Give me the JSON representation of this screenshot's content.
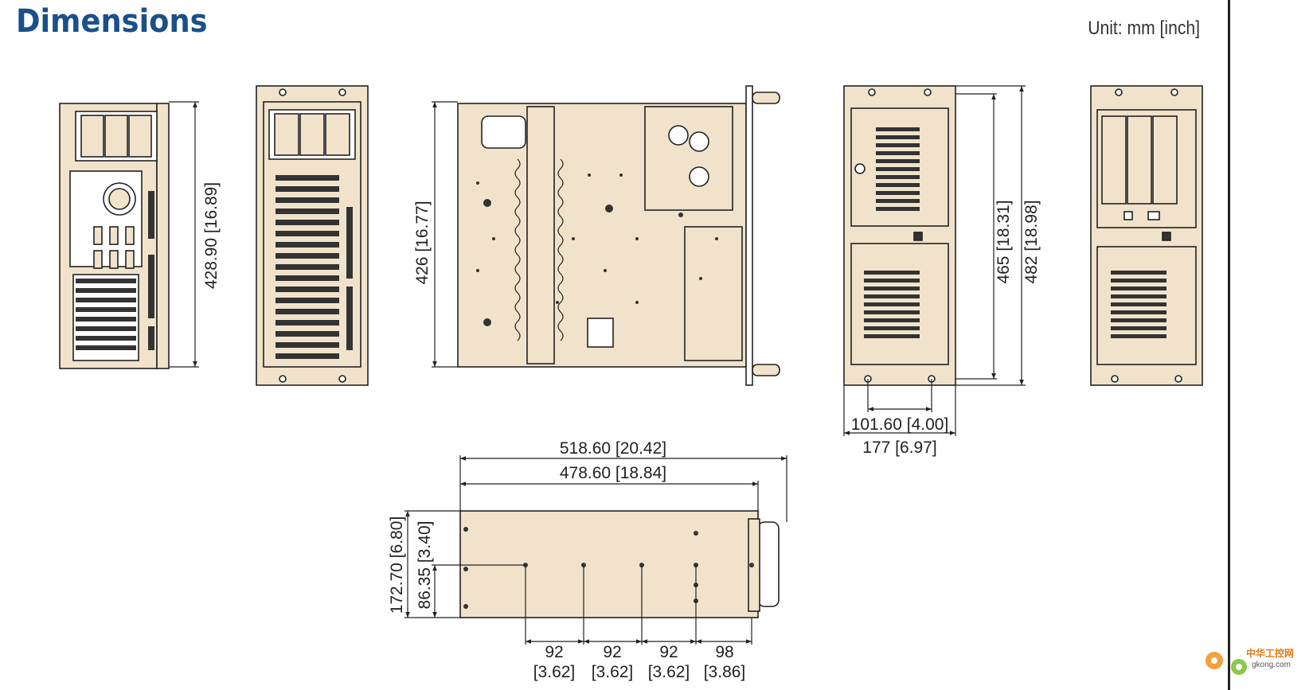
{
  "header": {
    "title": "Dimensions",
    "unit_label": "Unit: mm [inch]"
  },
  "dimensions": {
    "rear_height": "428.90 [16.89]",
    "top_depth": "426 [16.77]",
    "front_height_465": "465 [18.31]",
    "front_height_482": "482 [18.98]",
    "front_handle_spacing": "101.60 [4.00]",
    "front_width": "177 [6.97]",
    "side_length_overall": "518.60 [20.42]",
    "side_length_body": "478.60 [18.84]",
    "side_height": "172.70 [6.80]",
    "side_half_height": "86.35 [3.40]",
    "hole_spacing": [
      {
        "mm": "92",
        "inch": "[3.62]"
      },
      {
        "mm": "92",
        "inch": "[3.62]"
      },
      {
        "mm": "92",
        "inch": "[3.62]"
      },
      {
        "mm": "98",
        "inch": "[3.86]"
      }
    ]
  },
  "watermark": {
    "brand": "中华工控网",
    "url": "gkong.com"
  },
  "colors": {
    "chassis_fill": "#f1e3cb",
    "title_blue": "#1a4f8a",
    "line": "#222222"
  }
}
